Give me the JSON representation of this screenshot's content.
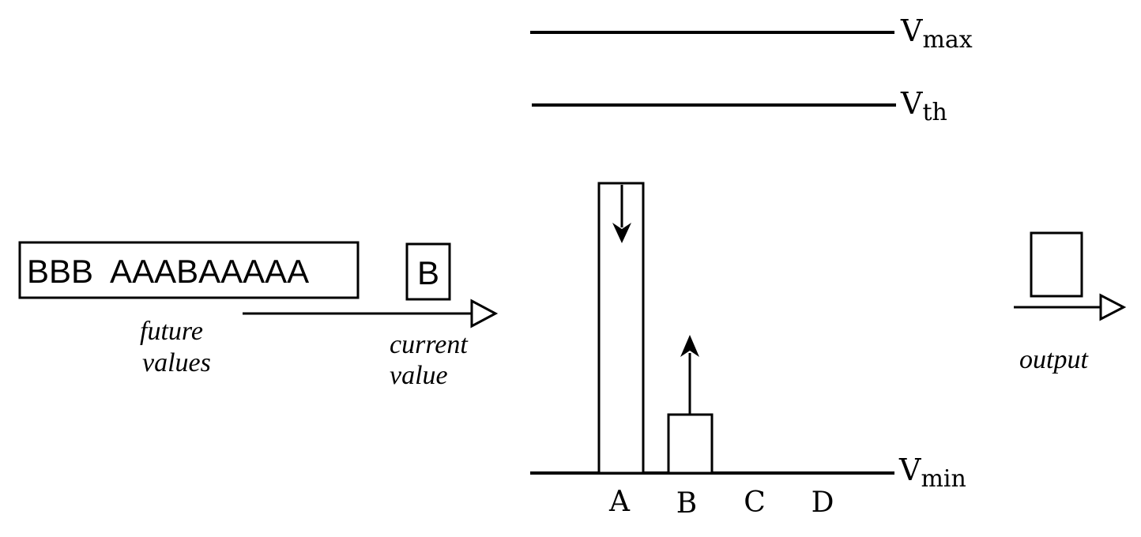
{
  "input": {
    "sequence": "BBB  AAABAAAAA",
    "current": "B",
    "future_label_line1": "future",
    "future_label_line2": "values",
    "current_label_line1": "current",
    "current_label_line2": "value"
  },
  "levels": {
    "max_base": "V",
    "max_sub": "max",
    "th_base": "V",
    "th_sub": "th",
    "min_base": "V",
    "min_sub": "min"
  },
  "bars": [
    {
      "label": "A",
      "direction": "down"
    },
    {
      "label": "B",
      "direction": "up"
    },
    {
      "label": "C"
    },
    {
      "label": "D"
    }
  ],
  "output": {
    "label": "output"
  }
}
